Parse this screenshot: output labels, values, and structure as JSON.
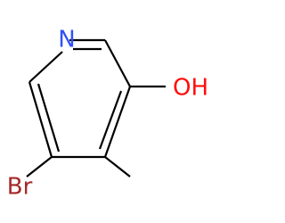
{
  "molecule": {
    "atoms": {
      "nitrogen": {
        "label": "N",
        "color": "#3050F8"
      },
      "hydroxyl": {
        "label": "OH",
        "color": "#FF0D0D"
      },
      "bromine": {
        "label": "Br",
        "color": "#A62929"
      }
    },
    "bond_color": "#000000"
  }
}
